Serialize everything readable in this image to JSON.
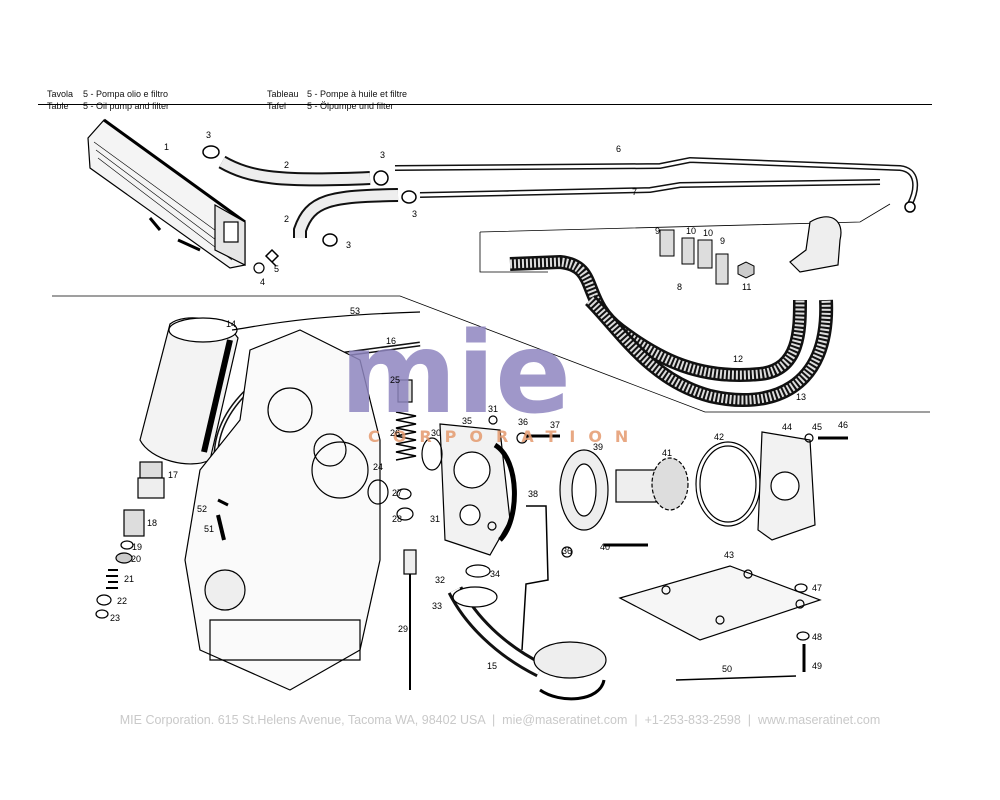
{
  "header": {
    "lines": [
      {
        "a": "Tavola",
        "b": "5 - Pompa olio e filtro"
      },
      {
        "a": "Table",
        "b": "5 - Oil pump and filter"
      },
      {
        "a": "Tableau",
        "b": "5 - Pompe à huile et filtre"
      },
      {
        "a": "Tafel",
        "b": "5 - Ölpumpe und filter"
      }
    ]
  },
  "watermark": {
    "logo_text": "mie",
    "sub_text": "CORPORATION",
    "colors": {
      "logo": "#8f86c0",
      "accent": "#e59a6e"
    }
  },
  "callouts": [
    "1",
    "2",
    "3",
    "3",
    "3",
    "2",
    "3",
    "4",
    "5",
    "6",
    "7",
    "8",
    "9",
    "10",
    "10",
    "9",
    "11",
    "12",
    "13",
    "14",
    "15",
    "16",
    "17",
    "18",
    "19",
    "20",
    "21",
    "22",
    "23",
    "24",
    "25",
    "26",
    "27",
    "28",
    "29",
    "30",
    "31",
    "31",
    "32",
    "33",
    "34",
    "35",
    "36",
    "36",
    "37",
    "38",
    "39",
    "40",
    "41",
    "42",
    "43",
    "44",
    "45",
    "46",
    "47",
    "48",
    "49",
    "50",
    "51",
    "52",
    "53"
  ],
  "footer": {
    "company": "MIE Corporation. 615 St.Helens Avenue, Tacoma WA, 98402 USA",
    "email": "mie@maseratinet.com",
    "phone": "+1-253-833-2598",
    "web": "www.maseratinet.com",
    "separator": "|"
  }
}
